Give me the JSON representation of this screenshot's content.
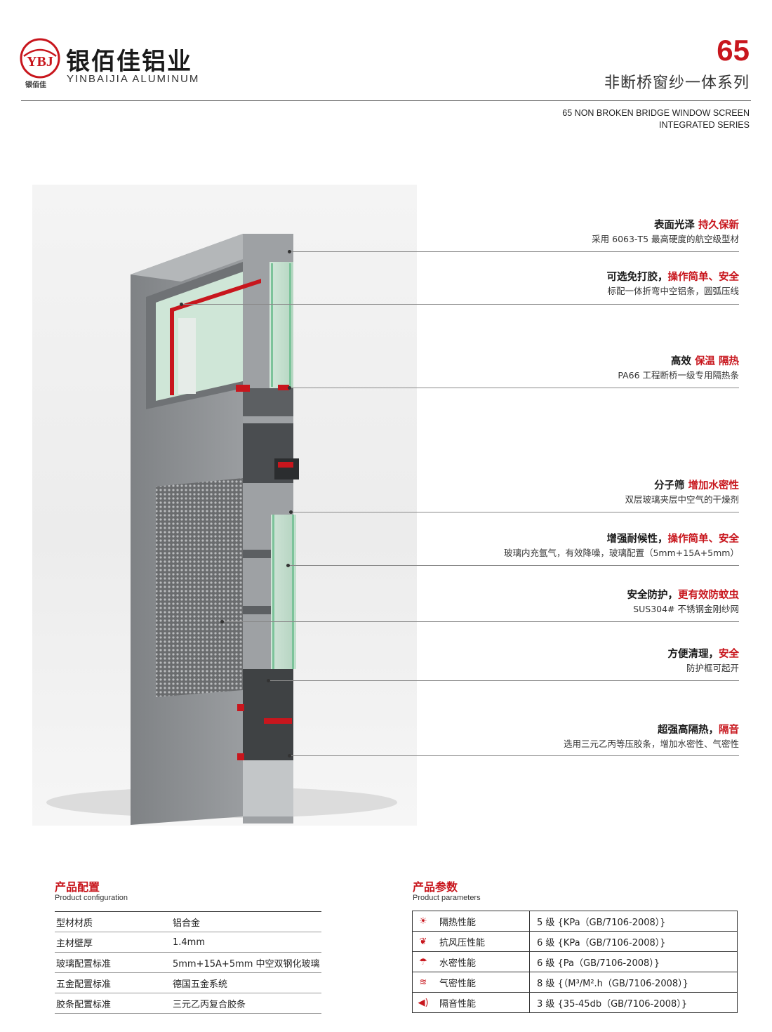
{
  "header": {
    "logo_text": "YBJ",
    "logo_sub": "银佰佳",
    "brand_name": "银佰佳铝业",
    "brand_en": "YINBAIJIA ALUMINUM",
    "series_no": "65",
    "series_cn": "非断桥窗纱一体系列",
    "series_en_line1": "65 NON BROKEN BRIDGE WINDOW SCREEN",
    "series_en_line2": "INTEGRATED SERIES"
  },
  "features": [
    {
      "title_plain": "表面光泽 ",
      "title_hl": "持久保新",
      "desc": "采用 6063-T5 最高硬度的航空级型材"
    },
    {
      "title_plain": "可选免打胶，",
      "title_hl": "操作简单、安全",
      "desc": "标配一体折弯中空铝条，圆弧压线"
    },
    {
      "title_plain": "高效 ",
      "title_hl": "保温 隔热",
      "desc": "PA66 工程断桥一级专用隔热条"
    },
    {
      "title_plain": "分子筛 ",
      "title_hl": "增加水密性",
      "desc": "双层玻璃夹层中空气的干燥剂"
    },
    {
      "title_plain": "增强耐候性，",
      "title_hl": "操作简单、安全",
      "desc": "玻璃内充氩气，有效降噪，玻璃配置（5mm+15A+5mm）"
    },
    {
      "title_plain": "安全防护，",
      "title_hl": "更有效防蚊虫",
      "desc": "SUS304# 不锈钢金刚纱网"
    },
    {
      "title_plain": "方便清理，",
      "title_hl": "安全",
      "desc": "防护框可起开"
    },
    {
      "title_plain": "超强高隔热，",
      "title_hl": "隔音",
      "desc": "选用三元乙丙等压胶条，增加水密性、气密性"
    }
  ],
  "config": {
    "title": "产品配置",
    "subtitle": "Product configuration",
    "rows": [
      {
        "k": "型材材质",
        "v": "铝合金"
      },
      {
        "k": "主材壁厚",
        "v": "1.4mm"
      },
      {
        "k": "玻璃配置标准",
        "v": "5mm+15A+5mm 中空双钢化玻璃"
      },
      {
        "k": "五金配置标准",
        "v": "德国五金系统"
      },
      {
        "k": "胶条配置标准",
        "v": "三元乙丙复合胶条"
      }
    ]
  },
  "params": {
    "title": "产品参数",
    "subtitle": "Product parameters",
    "rows": [
      {
        "icon": "sun-icon",
        "k": "隔热性能",
        "v": "5 级 {KPa（GB/7106-2008）}"
      },
      {
        "icon": "wind-icon",
        "k": "抗风压性能",
        "v": "6 级 {KPa（GB/7106-2008）}"
      },
      {
        "icon": "rain-icon",
        "k": "水密性能",
        "v": "6 级 {Pa（GB/7106-2008）}"
      },
      {
        "icon": "air-icon",
        "k": "气密性能",
        "v": "8 级 {（M³/M².h（GB/7106-2008）}"
      },
      {
        "icon": "sound-icon",
        "k": "隔音性能",
        "v": "3 级 {35-45db（GB/7106-2008）}"
      }
    ]
  },
  "colors": {
    "accent": "#c8161d",
    "profile_grey": "#8c8f92"
  }
}
